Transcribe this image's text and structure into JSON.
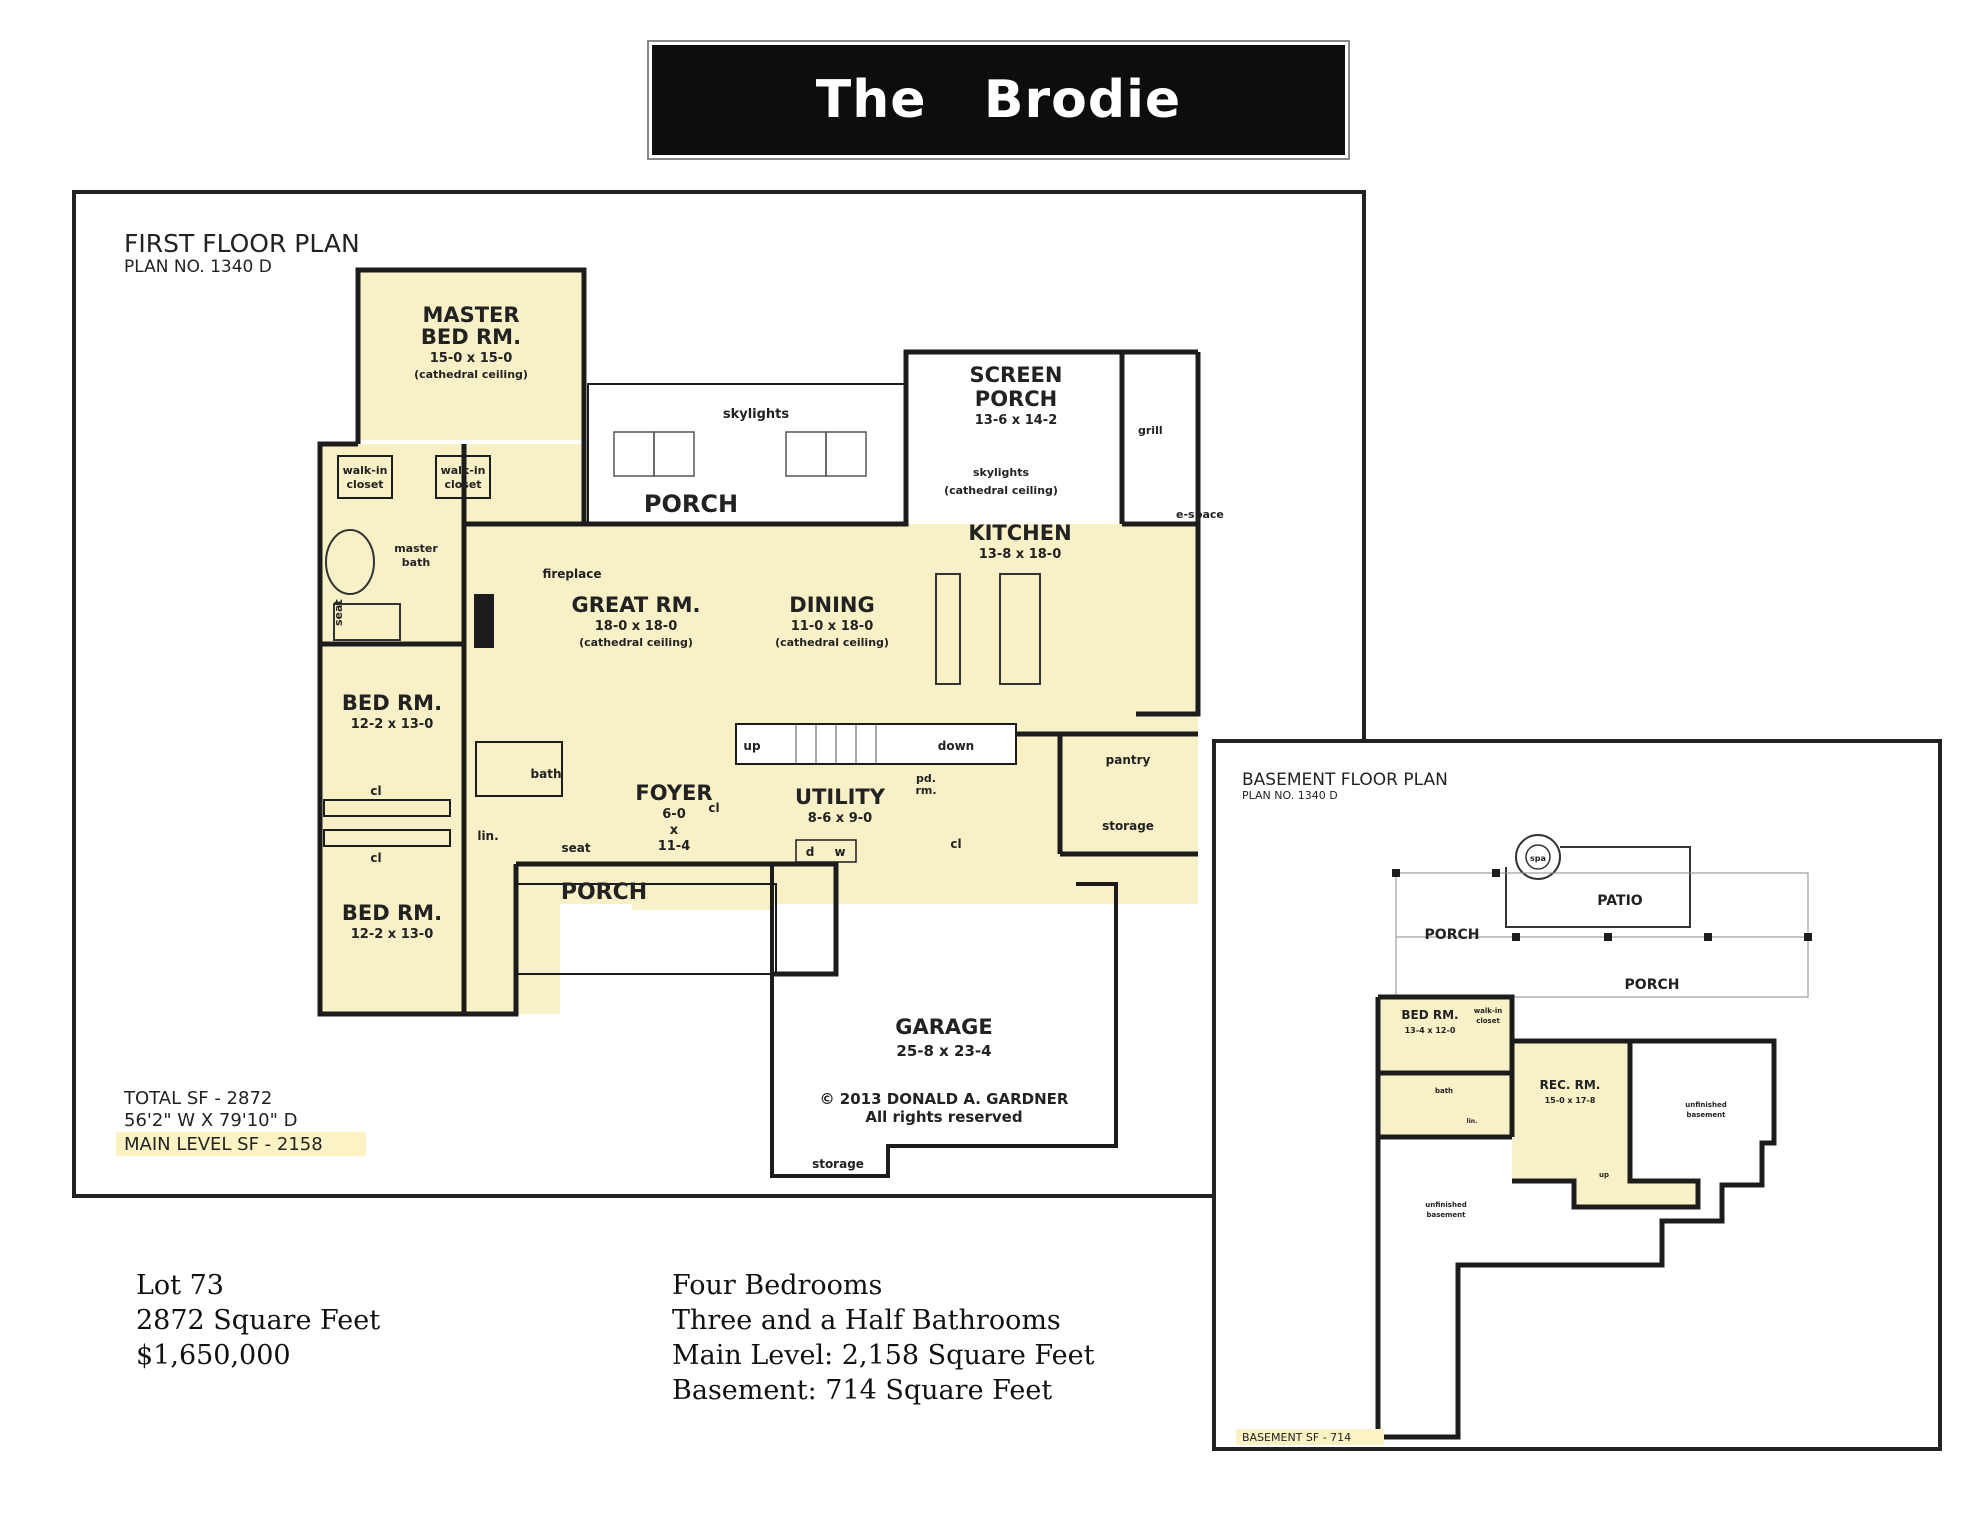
{
  "title": "The   Brodie",
  "first_floor": {
    "heading": "FIRST FLOOR PLAN",
    "plan_no": "PLAN NO. 1340 D",
    "rooms": {
      "master_name1": "MASTER",
      "master_name2": "BED RM.",
      "master_dim": "15-0 x 15-0",
      "master_note": "(cathedral ceiling)",
      "walkin": "walk-in",
      "closet": "closet",
      "master_bath1": "master",
      "master_bath2": "bath",
      "seat": "seat",
      "porch": "PORCH",
      "skylights": "skylights",
      "screen_name1": "SCREEN",
      "screen_name2": "PORCH",
      "screen_dim": "13-6 x 14-2",
      "screen_note": "(cathedral ceiling)",
      "grill": "grill",
      "espace": "e-space",
      "kitchen_name": "KITCHEN",
      "kitchen_dim": "13-8 x 18-0",
      "fireplace": "fireplace",
      "great_name": "GREAT RM.",
      "great_dim": "18-0 x 18-0",
      "great_note": "(cathedral ceiling)",
      "dining_name": "DINING",
      "dining_dim": "11-0 x 18-0",
      "dining_note": "(cathedral ceiling)",
      "bed_name": "BED RM.",
      "bed_dim": "12-2 x 13-0",
      "cl": "cl",
      "bath": "bath",
      "lin": "lin.",
      "foyer_name": "FOYER",
      "foyer_d1": "6-0",
      "foyer_d2": "x",
      "foyer_d3": "11-4",
      "up": "up",
      "down": "down",
      "pd1": "pd.",
      "pd2": "rm.",
      "utility_name": "UTILITY",
      "utility_dim": "8-6 x 9-0",
      "d": "d",
      "w": "w",
      "pantry": "pantry",
      "storage": "storage",
      "garage_name": "GARAGE",
      "garage_dim": "25-8 x 23-4",
      "copyright": "© 2013 DONALD A. GARDNER",
      "rights": "All rights reserved"
    },
    "total_sf": "TOTAL SF - 2872",
    "dimensions": "56'2\" W X 79'10\" D",
    "main_level_sf": "MAIN LEVEL SF - 2158"
  },
  "basement": {
    "heading": "BASEMENT FLOOR PLAN",
    "plan_no": "PLAN NO. 1340 D",
    "spa": "spa",
    "patio": "PATIO",
    "porch": "PORCH",
    "bed_name": "BED RM.",
    "bed_dim": "13-4 x 12-0",
    "walkin": "walk-in",
    "closet": "closet",
    "bath": "bath",
    "lin": "lin.",
    "rec_name": "REC. RM.",
    "rec_dim": "15-0 x 17-8",
    "unfinished": "unfinished",
    "basement_word": "basement",
    "up": "up",
    "sf_label": "BASEMENT SF - 714"
  },
  "listing": {
    "lot": "Lot 73",
    "sqft": "2872 Square Feet",
    "price": "$1,650,000",
    "bedrooms": "Four Bedrooms",
    "bathrooms": "Three and a Half Bathrooms",
    "main_level": "Main Level: 2,158 Square Feet",
    "basement": "Basement: 714 Square Feet"
  },
  "colors": {
    "room_fill": "#f8f0c6",
    "highlight": "#fbf3c3",
    "wall": "#1c1c1c",
    "banner": "#0d0d0d"
  }
}
